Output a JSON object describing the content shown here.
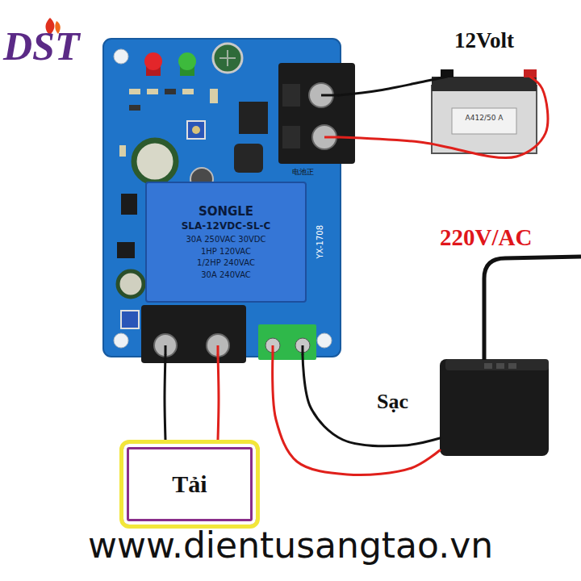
{
  "diagram": {
    "nodes": [
      {
        "text": [
          "YX-1708",
          "电池正"
        ]
      },
      {
        "text": [
          "SONGLE",
          "SLA-12VDC-SL-C",
          "30A 250VAC 30VDC",
          "1HP 120VAC",
          "1/2HP 240VAC",
          "30A 240VAC"
        ],
        "in": 0
      },
      {
        "text": [
          "12Volt",
          "A412/50 A"
        ]
      },
      {
        "text": [
          "Sạc"
        ]
      },
      {
        "text": [
          "Tải"
        ]
      }
    ],
    "edges": [
      {
        "from": 0,
        "to": 2,
        "arrow": "none"
      },
      {
        "from": 0,
        "to": 2,
        "arrow": "none"
      },
      {
        "from": 0,
        "to": 4,
        "arrow": "none"
      },
      {
        "from": 0,
        "to": 4,
        "arrow": "none"
      },
      {
        "from": 0,
        "to": 3,
        "arrow": "none"
      },
      {
        "from": 0,
        "to": 3,
        "arrow": "none"
      }
    ],
    "labels": [
      "220V/AC",
      "DST",
      "www.dientusangtao.vn"
    ]
  }
}
